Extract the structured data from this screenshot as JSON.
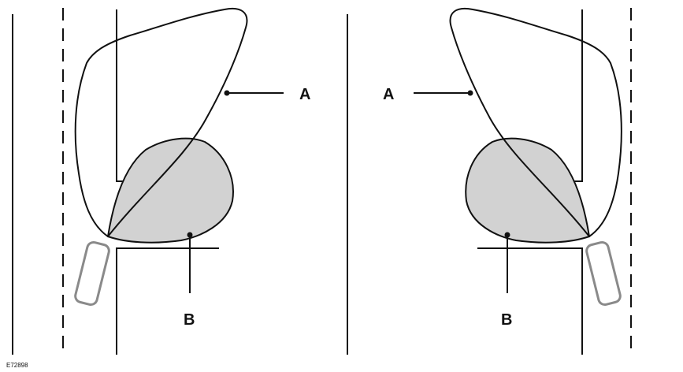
{
  "callouts": {
    "left_a": "A",
    "left_b": "B",
    "right_a": "A",
    "right_b": "B"
  },
  "figure_ref": "E72898",
  "colors": {
    "line": "#111111",
    "blind_spot_fill": "#d2d2d2",
    "vehicle_fill": "#ffffff",
    "vehicle_stroke": "#8a8a8a",
    "background": "#ffffff"
  }
}
